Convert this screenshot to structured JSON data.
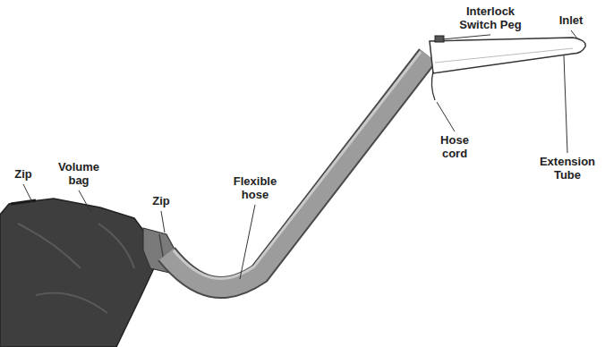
{
  "diagram": {
    "labels": [
      "Zip",
      "Volume bag",
      "Zip",
      "Flexible hose",
      "Interlock Switch Peg",
      "Inlet",
      "Extension Tube",
      "Hose cord"
    ]
  }
}
